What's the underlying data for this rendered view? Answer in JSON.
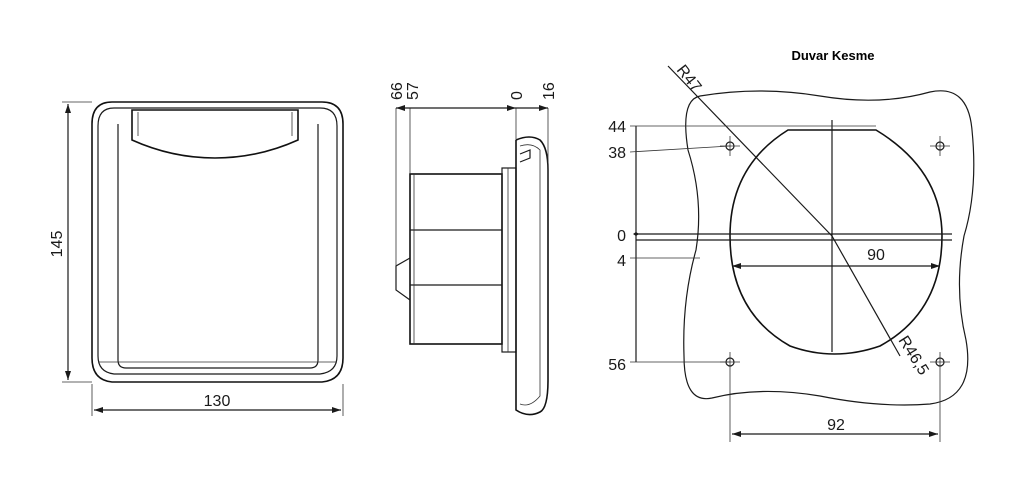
{
  "front_view": {
    "height_label": "145",
    "width_label": "130"
  },
  "side_view": {
    "labels": [
      "66",
      "57",
      "0",
      "16"
    ]
  },
  "cutout_view": {
    "title": "Duvar Kesme",
    "y_labels": [
      "44",
      "38",
      "0",
      "4",
      "56"
    ],
    "width_inner_label": "90",
    "hole_spacing_label": "92",
    "radius_outer_label": "R47",
    "radius_inner_label": "R46,5"
  }
}
